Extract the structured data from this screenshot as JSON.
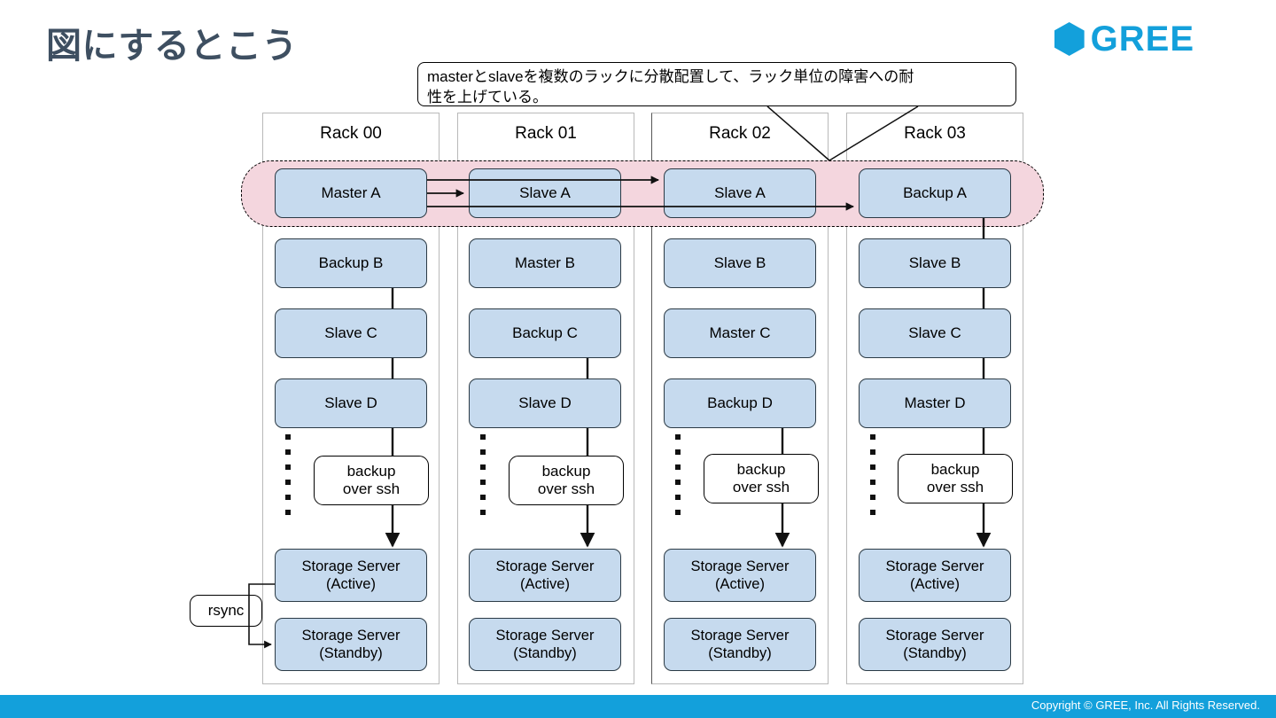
{
  "slide": {
    "title": "図にするとこう",
    "brand": {
      "name": "GREE",
      "hex_icon": "hexagon-icon",
      "color": "#13a0db"
    },
    "footer": {
      "copyright": "Copyright © GREE, Inc. All Rights Reserved."
    }
  },
  "callout": {
    "line1": "masterとslaveを複数のラックに分散配置して、ラック単位の障害への耐",
    "line2": "性を上げている。"
  },
  "diagram": {
    "highlight_band": {
      "color": "#f4d6de",
      "label": "master-slave-replication-band"
    },
    "node_color": "#c6daee",
    "ssh_label_line1": "backup",
    "ssh_label_line2": "over ssh",
    "rsync_label": "rsync",
    "racks": [
      {
        "title": "Rack 00",
        "nodes": [
          "Master A",
          "Backup B",
          "Slave C",
          "Slave D"
        ],
        "storage_active_l1": "Storage Server",
        "storage_active_l2": "(Active)",
        "storage_standby_l1": "Storage Server",
        "storage_standby_l2": "(Standby)"
      },
      {
        "title": "Rack 01",
        "nodes": [
          "Slave A",
          "Master B",
          "Backup C",
          "Slave D"
        ],
        "storage_active_l1": "Storage Server",
        "storage_active_l2": "(Active)",
        "storage_standby_l1": "Storage Server",
        "storage_standby_l2": "(Standby)"
      },
      {
        "title": "Rack 02",
        "nodes": [
          "Slave A",
          "Slave B",
          "Master C",
          "Backup D"
        ],
        "storage_active_l1": "Storage Server",
        "storage_active_l2": "(Active)",
        "storage_standby_l1": "Storage Server",
        "storage_standby_l2": "(Standby)"
      },
      {
        "title": "Rack 03",
        "nodes": [
          "Backup A",
          "Slave B",
          "Slave C",
          "Master D"
        ],
        "storage_active_l1": "Storage Server",
        "storage_active_l2": "(Active)",
        "storage_standby_l1": "Storage Server",
        "storage_standby_l2": "(Standby)"
      }
    ]
  }
}
